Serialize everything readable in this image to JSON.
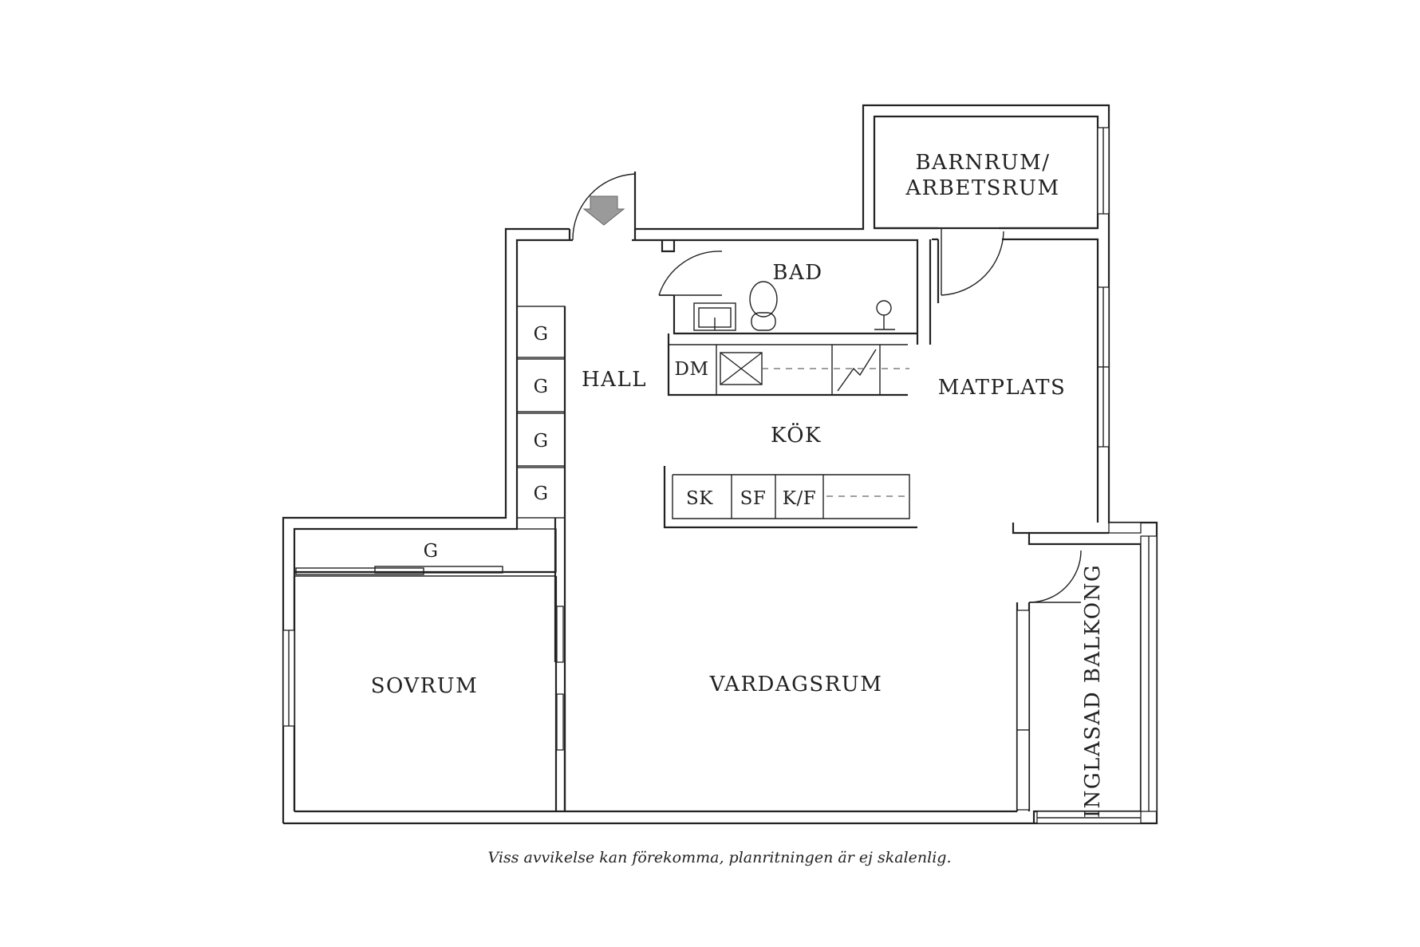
{
  "rooms": {
    "barnrum_line1": "BARNRUM/",
    "barnrum_line2": "ARBETSRUM",
    "bad": "BAD",
    "hall": "HALL",
    "matplats": "MATPLATS",
    "kok": "KÖK",
    "sovrum": "SOVRUM",
    "vardagsrum": "VARDAGSRUM",
    "balkong": "INGLASAD BALKONG"
  },
  "units": {
    "garderob": "G",
    "dishwasher": "DM",
    "sink_cabinet": "SK",
    "freezer": "SF",
    "fridge_freezer": "K/F"
  },
  "footer": {
    "disclaimer": "Viss avvikelse kan förekomma, planritningen är ej skalenlig."
  },
  "colors": {
    "line": "#222222",
    "entrance_arrow": "#9a9a9a",
    "background": "#ffffff"
  }
}
